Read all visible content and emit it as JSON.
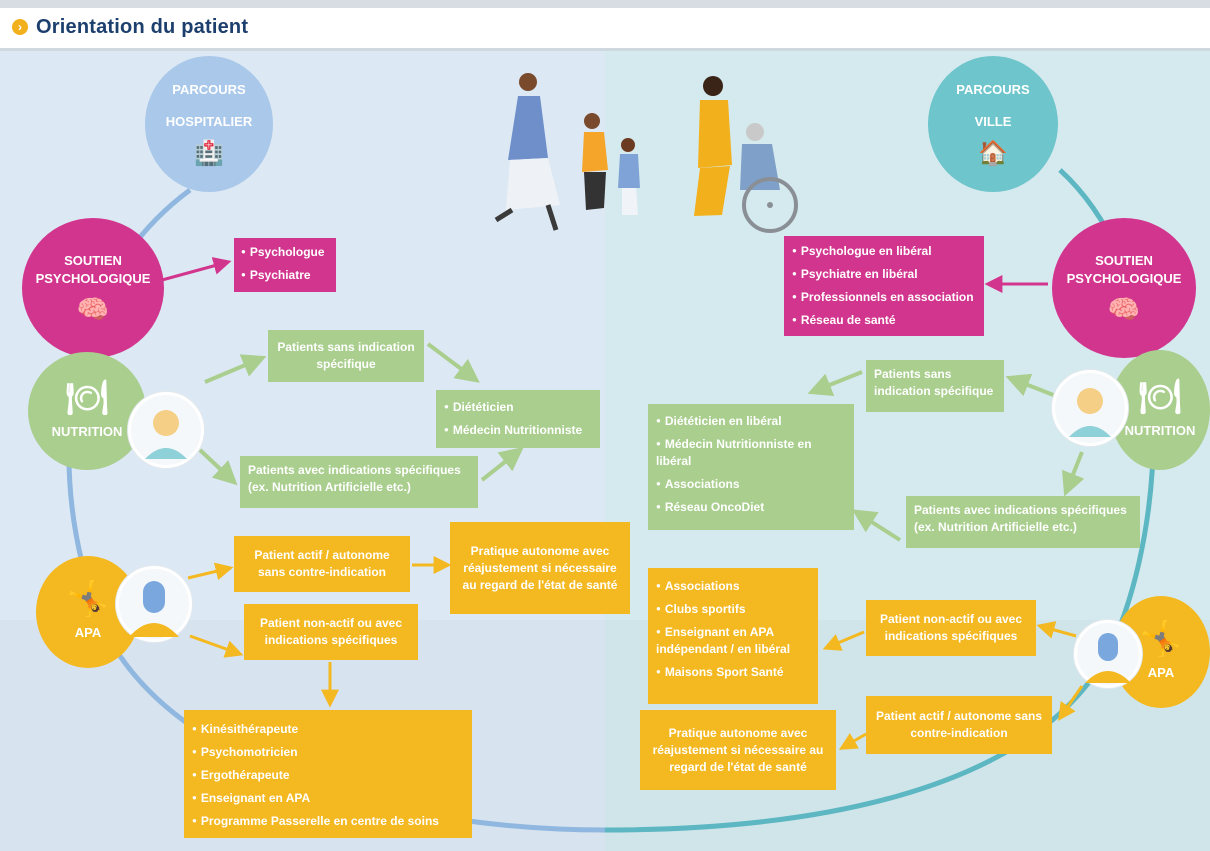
{
  "header": {
    "title": "Orientation du patient",
    "icon": "chevron-right-icon"
  },
  "colors": {
    "pink": "#d2358e",
    "green": "#a9ce8e",
    "yellow": "#f4b820",
    "hospital": "#a9c8ea",
    "city": "#6ec5cc",
    "title": "#1c3f6e"
  },
  "left": {
    "parcours": {
      "line1": "PARCOURS",
      "line2": "HOSPITALIER",
      "icon": "hospital-icon"
    },
    "soutien": {
      "line1": "SOUTIEN",
      "line2": "PSYCHOLOGIQUE",
      "icon": "psychology-icon",
      "items": [
        "Psychologue",
        "Psychiatre"
      ]
    },
    "nutrition": {
      "label": "NUTRITION",
      "icon": "cutlery-icon",
      "sans": "Patients sans indication spécifique",
      "avec": "Patients avec indications spécifiques (ex. Nutrition Artificielle etc.)",
      "items": [
        "Diététicien",
        "Médecin Nutritionniste"
      ]
    },
    "apa": {
      "label": "APA",
      "icon": "exercise-icon",
      "actif": "Patient actif / autonome sans contre-indication",
      "pratique": "Pratique autonome avec réajustement si nécessaire au regard de l'état de santé",
      "nonactif": "Patient non-actif ou avec indications spécifiques",
      "items": [
        "Kinésithérapeute",
        "Psychomotricien",
        "Ergothérapeute",
        "Enseignant en APA",
        "Programme Passerelle en centre de soins"
      ]
    }
  },
  "right": {
    "parcours": {
      "line1": "PARCOURS",
      "line2": "VILLE",
      "icon": "houses-icon"
    },
    "soutien": {
      "line1": "SOUTIEN",
      "line2": "PSYCHOLOGIQUE",
      "icon": "psychology-icon",
      "items": [
        "Psychologue en libéral",
        "Psychiatre en libéral",
        "Professionnels en association",
        "Réseau de santé"
      ]
    },
    "nutrition": {
      "label": "NUTRITION",
      "icon": "cutlery-icon",
      "sans": "Patients sans indication spécifique",
      "avec": "Patients avec indications spécifiques (ex. Nutrition Artificielle etc.)",
      "items": [
        "Diététicien en libéral",
        "Médecin Nutritionniste en libéral",
        "Associations",
        "Réseau OncoDiet"
      ]
    },
    "apa": {
      "label": "APA",
      "icon": "exercise-icon",
      "nonactif": "Patient non-actif ou avec indications spécifiques",
      "actif": "Patient actif / autonome sans contre-indication",
      "pratique": "Pratique autonome avec réajustement si nécessaire au regard de l'état de santé",
      "items": [
        "Associations",
        "Clubs sportifs",
        "Enseignant en APA indépendant / en libéral",
        "Maisons Sport Santé"
      ]
    }
  }
}
